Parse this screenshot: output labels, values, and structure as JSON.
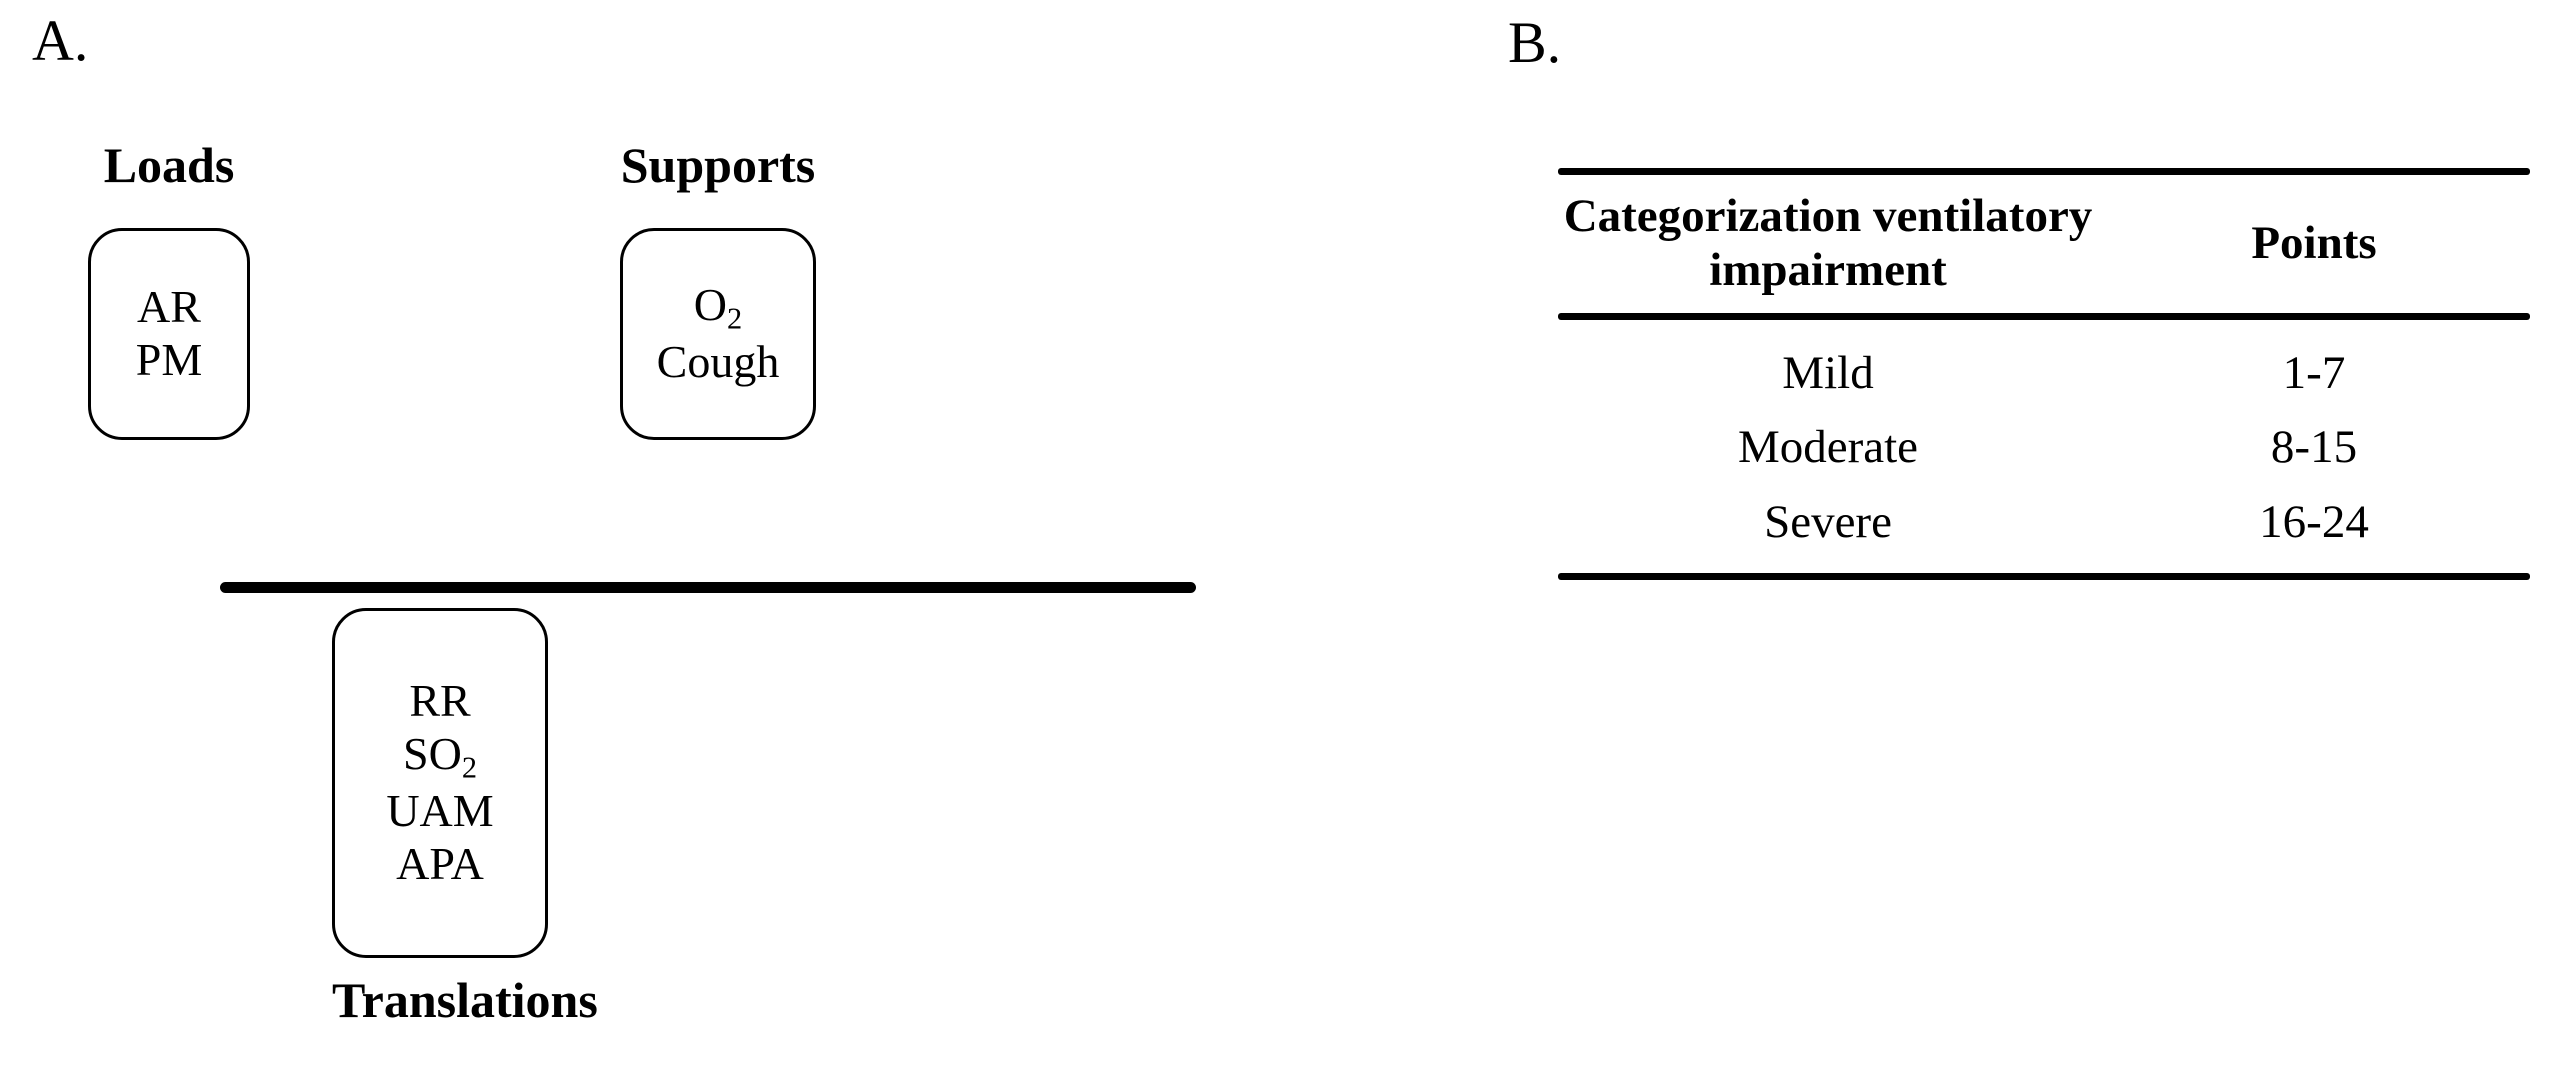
{
  "figure": {
    "panel_a": {
      "letter": "A.",
      "type": "balance-scale-diagram",
      "left_pan": {
        "caption": "Loads",
        "items": [
          {
            "text": "AR",
            "sub": ""
          },
          {
            "text": "PM",
            "sub": ""
          }
        ]
      },
      "right_pan": {
        "caption": "Supports",
        "items": [
          {
            "text": "O",
            "sub": "2"
          },
          {
            "text": "Cough",
            "sub": ""
          }
        ]
      },
      "center_box": {
        "caption": "Translations",
        "items": [
          {
            "text": "RR",
            "sub": ""
          },
          {
            "text": "SO",
            "sub": "2"
          },
          {
            "text": "UAM",
            "sub": ""
          },
          {
            "text": "APA",
            "sub": ""
          }
        ]
      }
    },
    "panel_b": {
      "letter": "B.",
      "table": {
        "headers": [
          "Categorization ventilatory impairment",
          "Points"
        ],
        "rows": [
          [
            "Mild",
            "1-7"
          ],
          [
            "Moderate",
            "8-15"
          ],
          [
            "Severe",
            "16-24"
          ]
        ]
      }
    }
  },
  "colors": {
    "ink": "#000000",
    "background": "#ffffff"
  }
}
